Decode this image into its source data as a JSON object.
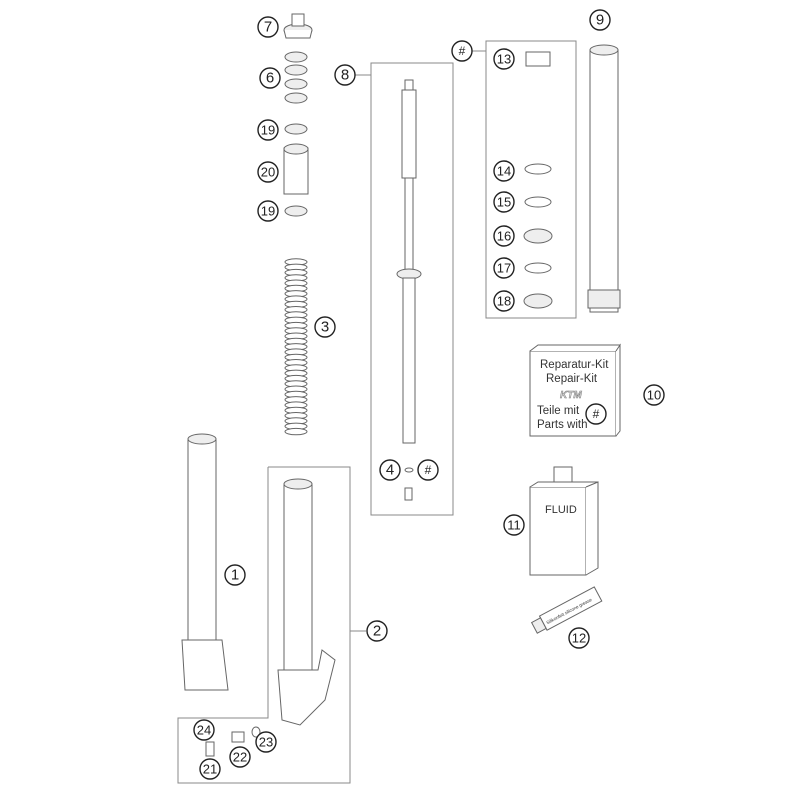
{
  "callouts": {
    "c1": "1",
    "c2": "2",
    "c3": "3",
    "c4": "4",
    "c6": "6",
    "c7": "7",
    "c8": "8",
    "c9": "9",
    "c10": "10",
    "c11": "11",
    "c12": "12",
    "c13": "13",
    "c14": "14",
    "c15": "15",
    "c16": "16",
    "c17": "17",
    "c18": "18",
    "c19a": "19",
    "c19b": "19",
    "c20": "20",
    "c21": "21",
    "c22": "22",
    "c23": "23",
    "c24": "24",
    "hash_group": "#",
    "hash_4": "#",
    "hash_kit": "#"
  },
  "repair_kit": {
    "line1": "Reparatur-Kit",
    "line2": "Repair-Kit",
    "logo": "KTM",
    "line3": "Teile mit",
    "line4": "Parts with"
  },
  "fluid_label": "FLUID",
  "grease_label": "Silikonfett silicone grease"
}
